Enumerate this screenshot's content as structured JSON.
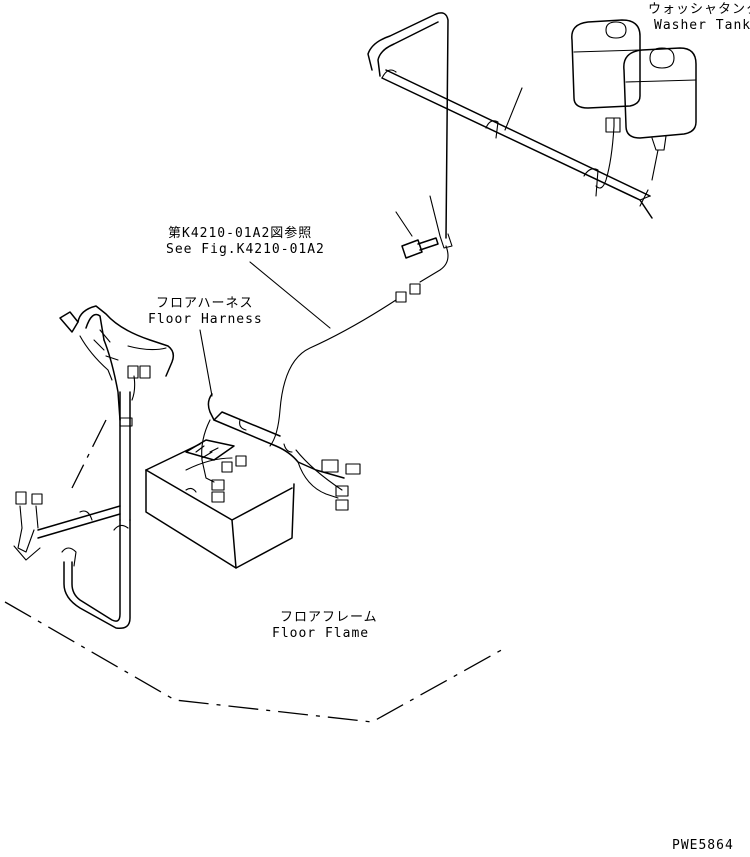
{
  "labels": {
    "washer_tank_ja": "ウォッシャタンク",
    "washer_tank_en": "Washer Tank",
    "see_fig_ja": "第K4210-01A2図参照",
    "see_fig_en": "See Fig.K4210-01A2",
    "floor_harness_ja": "フロアハーネス",
    "floor_harness_en": "Floor Harness",
    "floor_frame_ja": "フロアフレーム",
    "floor_frame_en": "Floor Flame",
    "drawing_code": "PWE5864"
  }
}
